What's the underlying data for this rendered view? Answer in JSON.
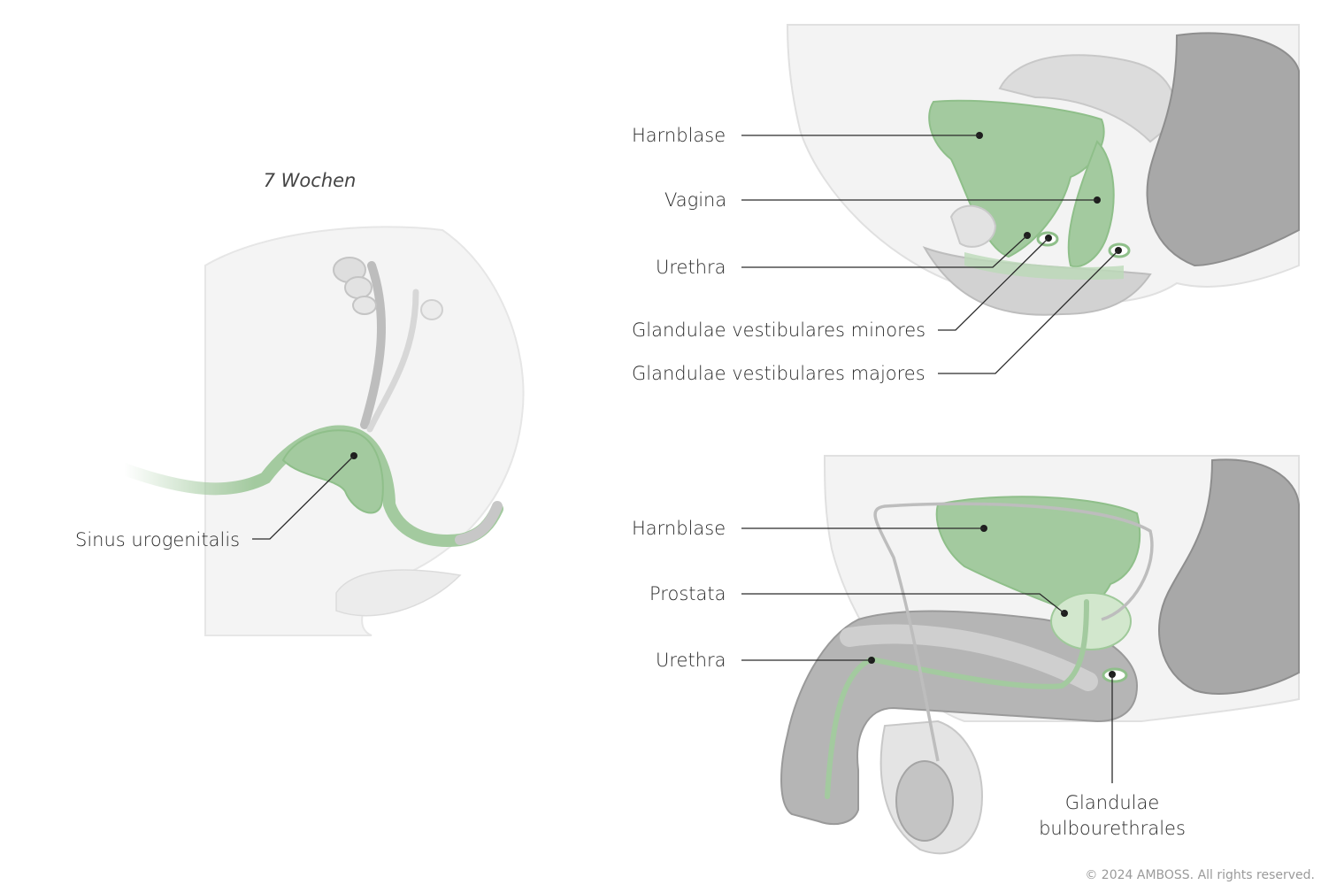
{
  "panels": {
    "embryo": {
      "caption": "7 Wochen",
      "labels": {
        "sinus_urogenitalis": "Sinus urogenitalis"
      }
    },
    "female": {
      "labels": {
        "harnblase": "Harnblase",
        "vagina": "Vagina",
        "urethra": "Urethra",
        "gl_minores": "Glandulae vestibulares minores",
        "gl_majores": "Glandulae vestibulares majores"
      }
    },
    "male": {
      "labels": {
        "harnblase": "Harnblase",
        "prostata": "Prostata",
        "urethra": "Urethra",
        "gl_bulbo_line1": "Glandulae",
        "gl_bulbo_line2": "bulbourethrales"
      }
    }
  },
  "copyright": "© 2024 AMBOSS. All rights reserved.",
  "colors": {
    "green_fill": "#a3ca9f",
    "green_light": "#d9ead3",
    "gray_dark": "#9e9e9e",
    "gray_mid": "#c4c4c4",
    "gray_light": "#ececec",
    "text": "#2b2b2b"
  }
}
